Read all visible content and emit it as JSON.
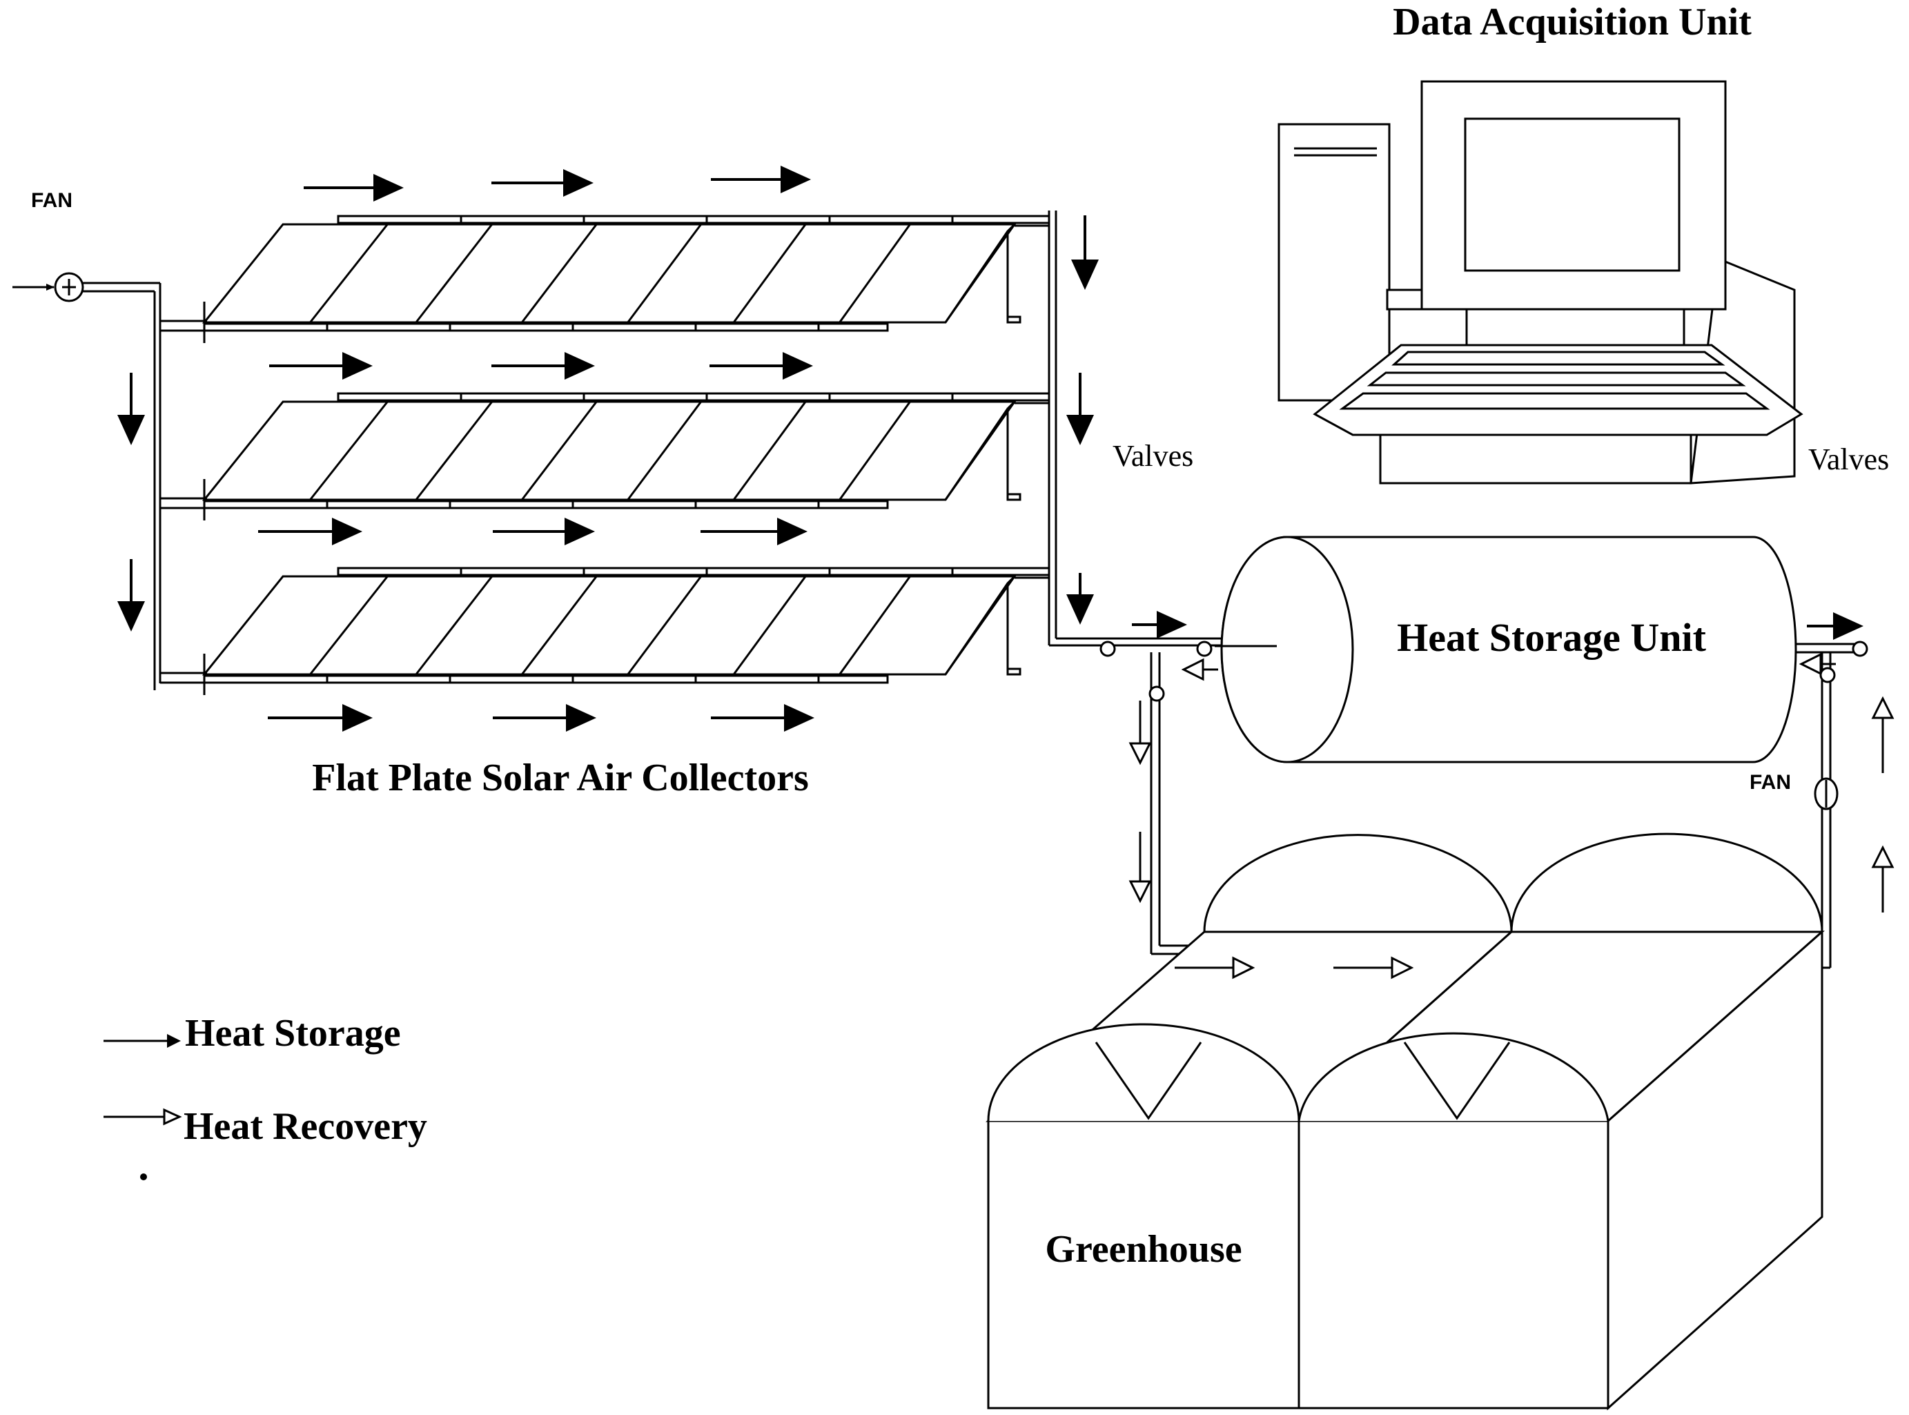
{
  "labels": {
    "data_acquisition_unit": "Data Acquisition Unit",
    "fan_inlet": "FAN",
    "fan_return": "FAN",
    "valves_middle": "Valves",
    "valves_right": "Valves",
    "heat_storage_unit": "Heat Storage Unit",
    "collectors": "Flat Plate Solar Air Collectors",
    "greenhouse": "Greenhouse"
  },
  "legend": {
    "items": [
      {
        "label": "Heat Storage",
        "arrow": "filled-arrow-icon"
      },
      {
        "label": "Heat Recovery",
        "arrow": "open-arrow-icon"
      }
    ]
  },
  "colors": {
    "line": "#000000",
    "background": "#ffffff"
  }
}
